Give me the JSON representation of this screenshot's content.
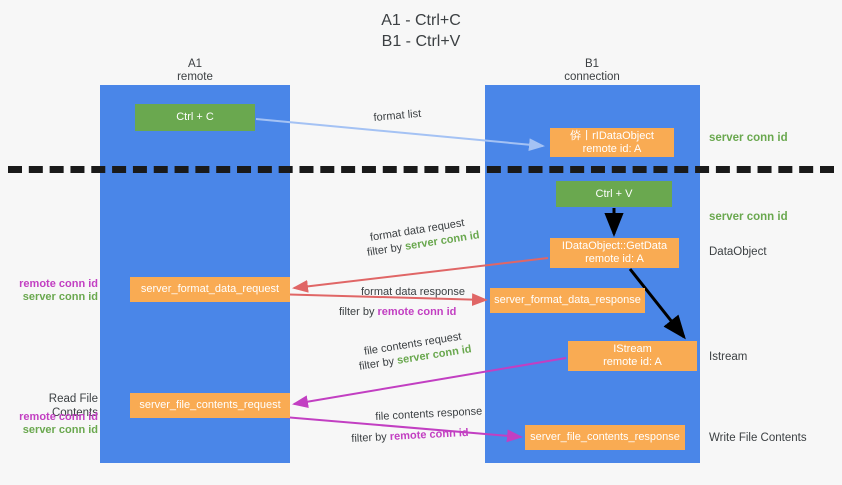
{
  "title": "A1 - Ctrl+C\nB1 - Ctrl+V",
  "lanes": {
    "left": {
      "name": "A1",
      "sub": "remote",
      "header": "A1\nremote"
    },
    "right": {
      "name": "B1",
      "sub": "connection",
      "header": "B1\nconnection"
    }
  },
  "colors": {
    "lane": "#4a86e8",
    "green_box": "#6aa84f",
    "orange_box": "#f9ab53",
    "server_conn": "#6aa84f",
    "remote_conn": "#c23fc2",
    "background": "#f7f7f7",
    "divider": "#1a1a1a",
    "arrow_blue": "#a4c2f4",
    "arrow_red": "#e06666",
    "arrow_magenta": "#c23fc2",
    "arrow_black": "#000000"
  },
  "boxes": {
    "ctrl_c": "Ctrl + C",
    "ctrl_v": "Ctrl + V",
    "data_object": "㑞⼁rIDataObject\nremote id: A",
    "get_data": "IDataObject::GetData\nremote id: A",
    "istream": "IStream\nremote id: A",
    "format_data_request": "server_format_data_request",
    "format_data_response": "server_format_data_response",
    "file_contents_request": "server_file_contents_request",
    "file_contents_response": "server_file_contents_response"
  },
  "side_labels": {
    "server_conn_top": "server conn id",
    "server_conn_mid": "server conn id",
    "data_object": "DataObject",
    "istream": "Istream",
    "write_file_contents": "Write File Contents",
    "read_file_contents": "Read File Contents",
    "remote_conn_id": "remote conn id",
    "server_conn_id": "server conn id"
  },
  "flows": {
    "format_list": "format list",
    "format_data_request": "format data request",
    "filter_by_prefix": "filter by ",
    "server_conn_id": "server conn id",
    "remote_conn_id": "remote conn id",
    "format_data_response": "format data response",
    "file_contents_request": "file contents request",
    "file_contents_response": "file contents response"
  }
}
